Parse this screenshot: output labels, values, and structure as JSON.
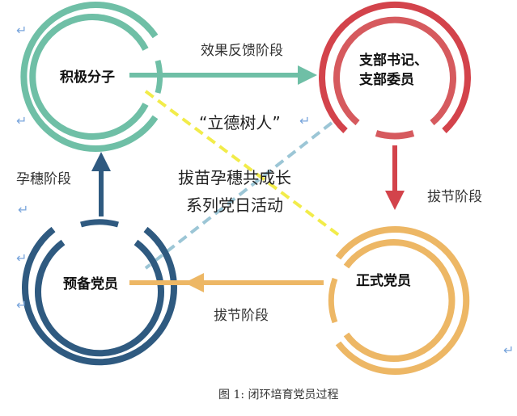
{
  "nodes": {
    "activist": "积极分子",
    "branch_line1": "支部书记、",
    "branch_line2": "支部委员",
    "formal": "正式党员",
    "probationary": "预备党员"
  },
  "stages": {
    "feedback": "效果反馈阶段",
    "jointing_right": "拔节阶段",
    "jointing_bottom": "拔节阶段",
    "booting": "孕穗阶段"
  },
  "center": {
    "motto": "“立德树人”",
    "activity_line1": "拔苗孕穗共成长",
    "activity_line2": "系列党日活动"
  },
  "caption": "图 1: 闭环培育党员过程",
  "return_mark": "↵",
  "colors": {
    "green": "#6fbfa6",
    "red": "#d3434b",
    "orange": "#edb765",
    "navy": "#2f5a80",
    "yellow_dash": "#f2ec4a",
    "blue_dash": "#9cc6d6"
  }
}
